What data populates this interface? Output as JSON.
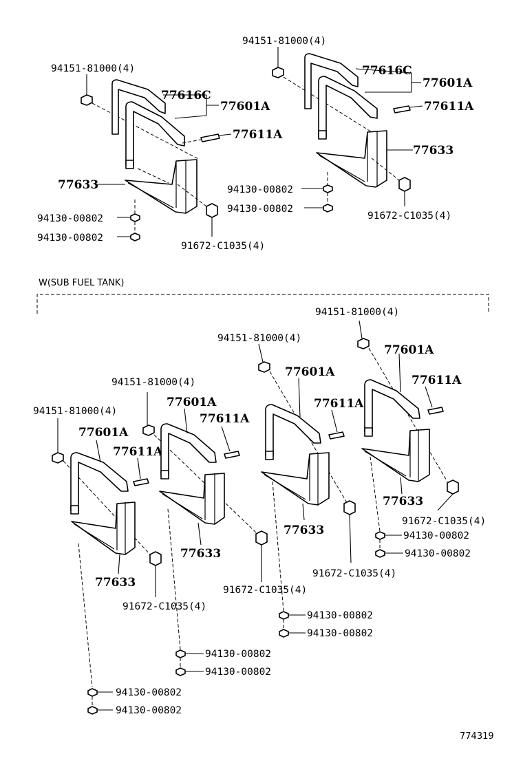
{
  "section_title": "W(SUB FUEL TANK)",
  "figure_id": "774319",
  "parts": {
    "p94151": "94151-81000(4)",
    "p77616C": "77616C",
    "p77601A": "77601A",
    "p77611A": "77611A",
    "p77633": "77633",
    "p94130": "94130-00802",
    "p91672": "91672-C1035(4)"
  }
}
